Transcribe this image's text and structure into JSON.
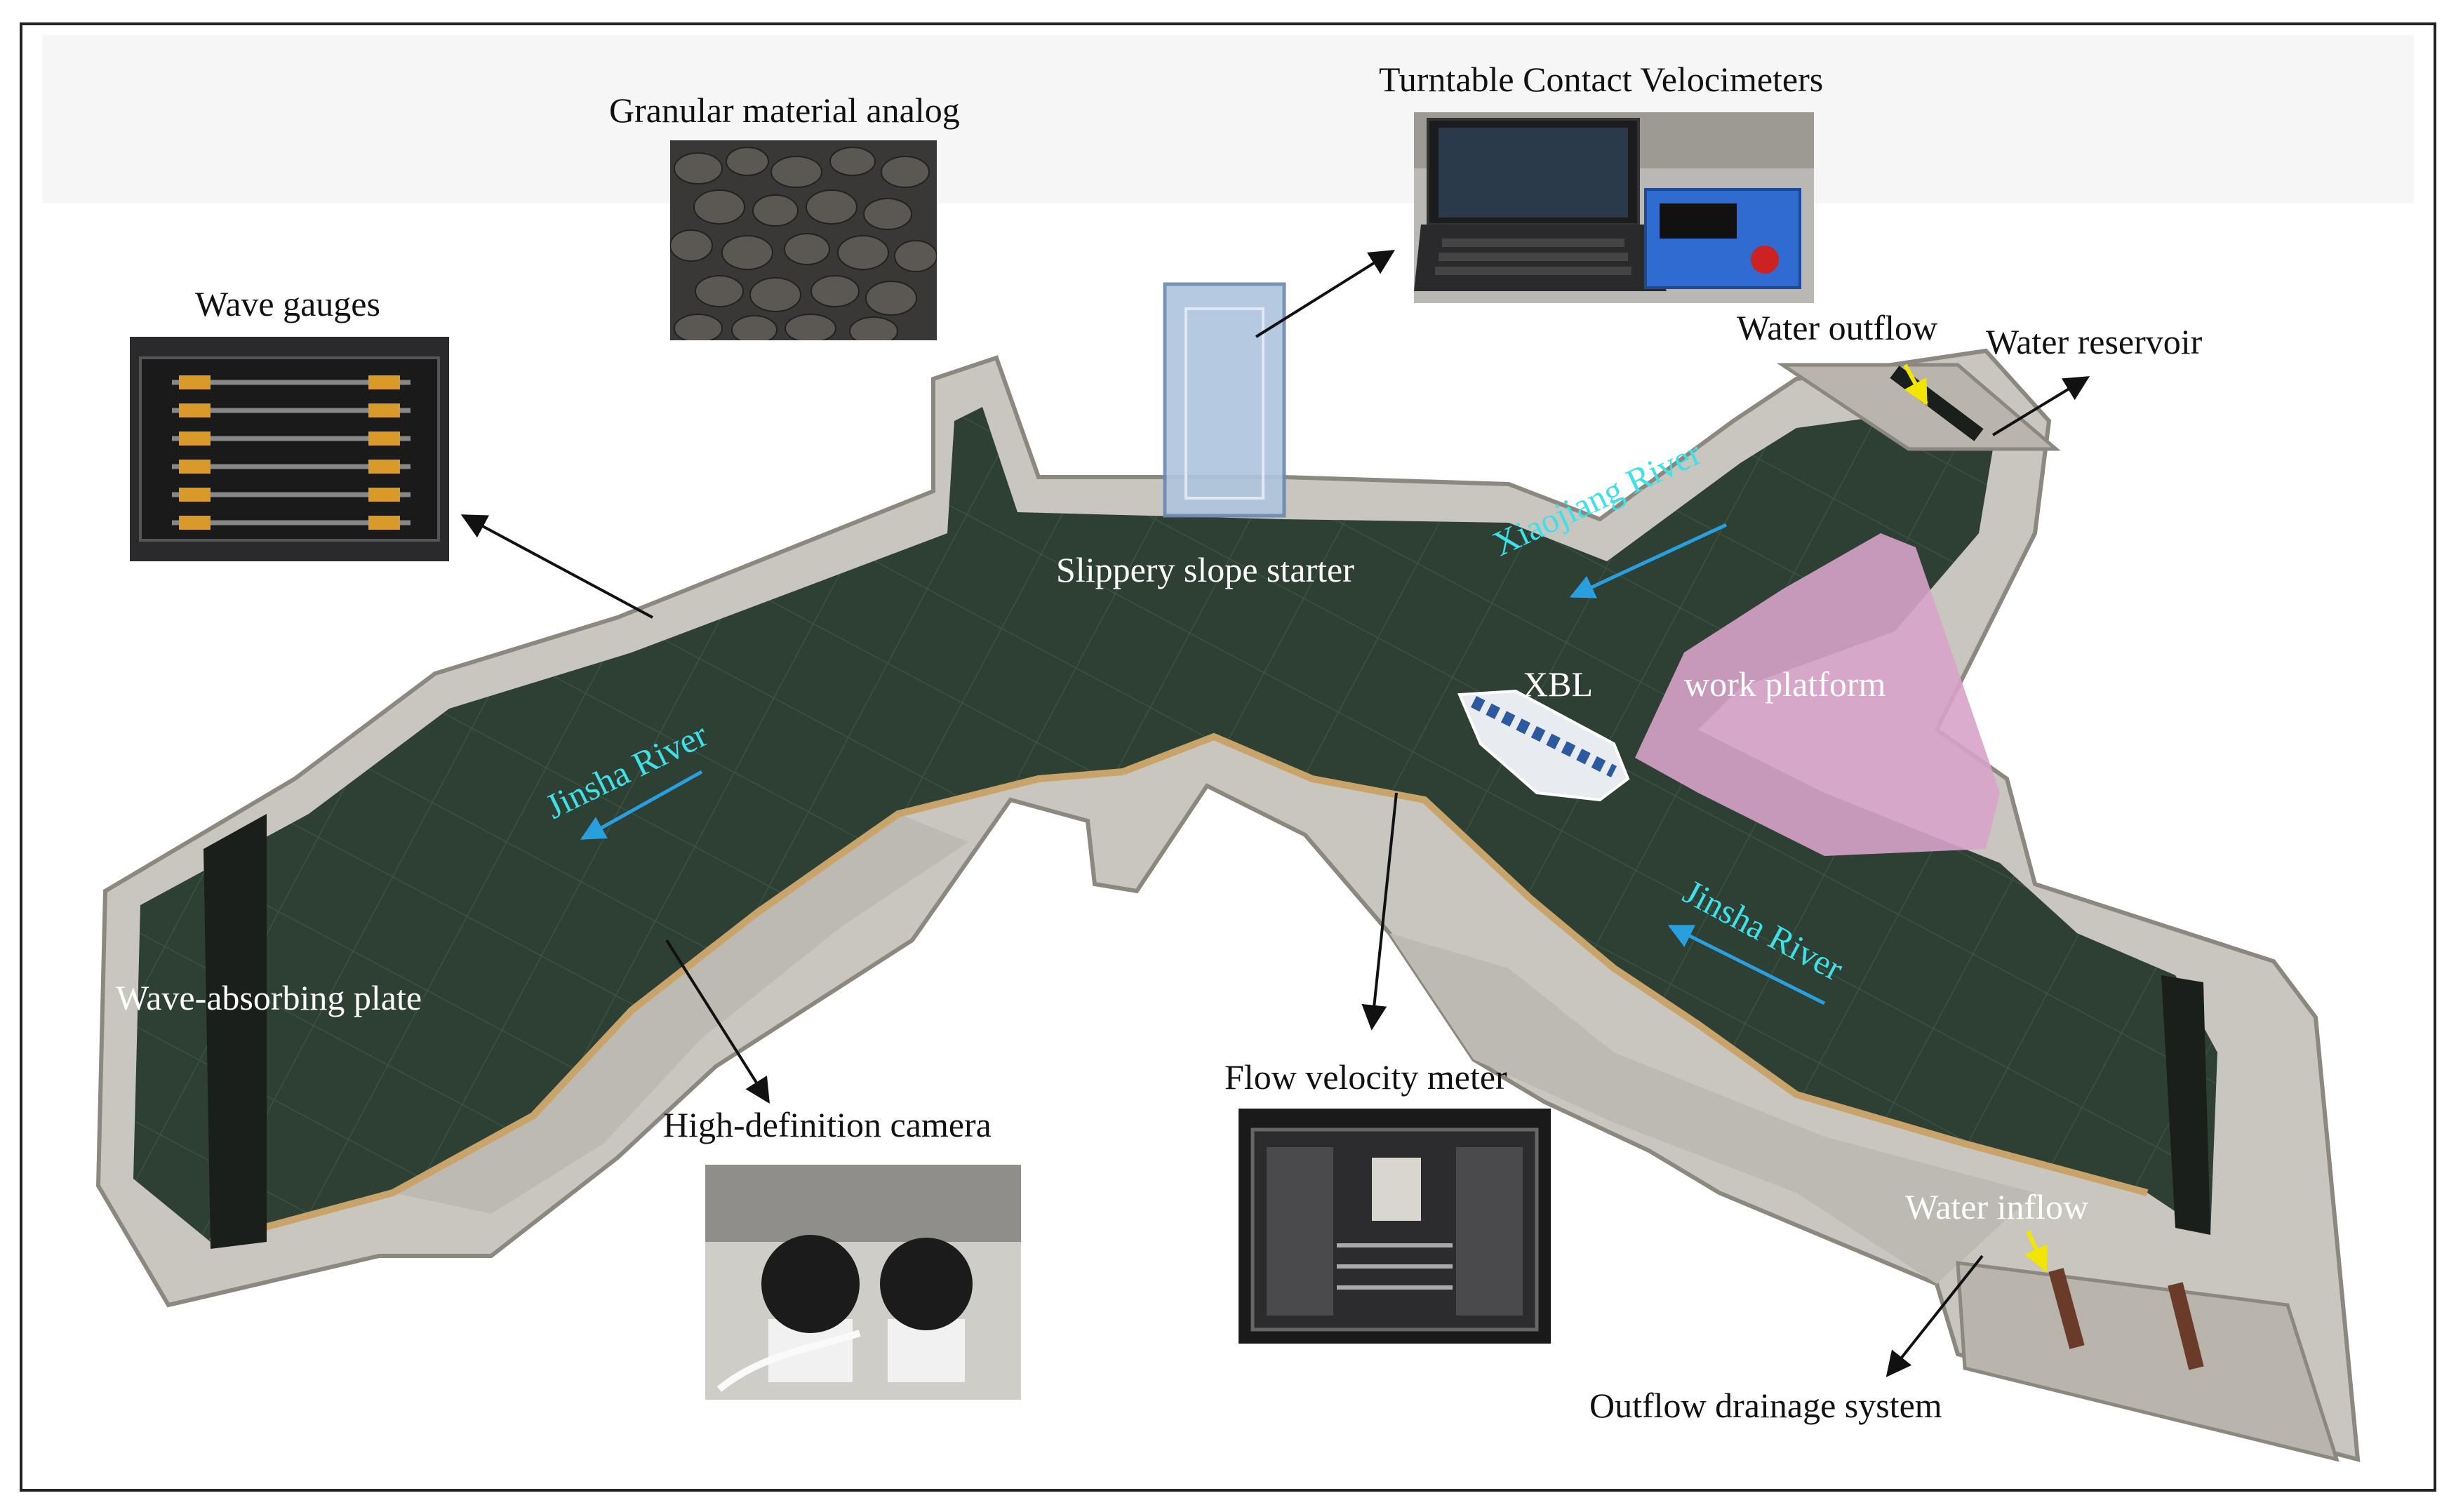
{
  "labels": {
    "granular": "Granular material analog",
    "velocimeters": "Turntable Contact Velocimeters",
    "wave_gauges": "Wave gauges",
    "water_outflow": "Water outflow",
    "water_reservoir": "Water reservoir",
    "slippery_slope": "Slippery slope starter",
    "xiaojiang": "Xiaojiang River",
    "xbl": "XBL",
    "work_platform": "work platform",
    "jinsha_upper": "Jinsha River",
    "jinsha_lower": "Jinsha River",
    "wave_absorbing": "Wave-absorbing plate",
    "flow_meter": "Flow velocity meter",
    "hd_camera": "High-definition camera",
    "water_inflow": "Water inflow",
    "drainage": "Outflow drainage system"
  },
  "colors": {
    "water": "#2e4034",
    "concrete": "#c9c6bf",
    "platform": "#d7a3c9",
    "river_label": "#3fe0e8",
    "flow_arrow": "#2a9fe0",
    "pointer_arrow": "#111111",
    "flow_direction_arrow": "#f2e600",
    "wooden_edge": "#c9a46a"
  }
}
